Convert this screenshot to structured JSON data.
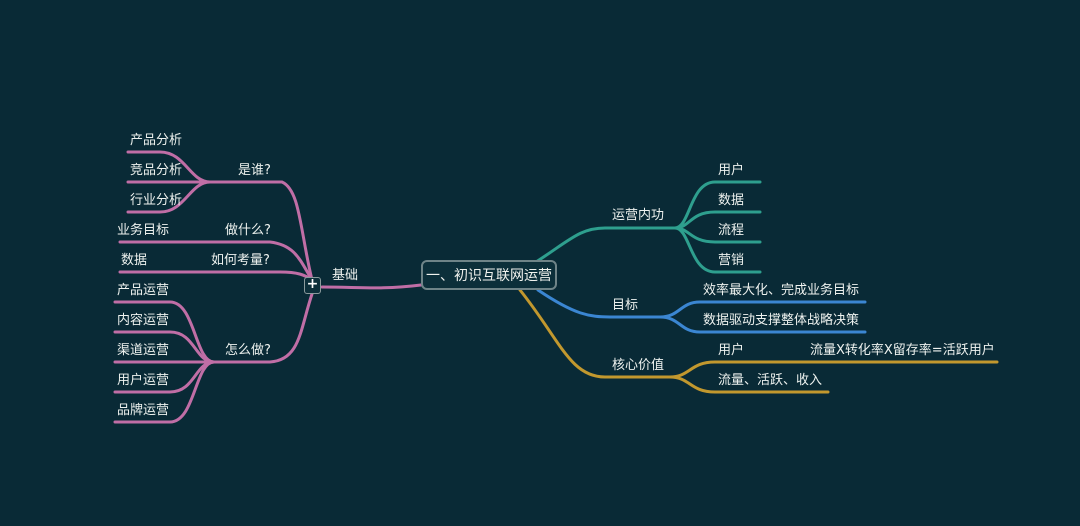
{
  "mindmap": {
    "root": {
      "label": "一、初识互联网运营"
    },
    "colors": {
      "background": "#092a36",
      "pink": "#c06ea6",
      "teal": "#2e9f8e",
      "blue": "#3b86d2",
      "gold": "#c2982e",
      "text": "#eef2ef"
    },
    "left": {
      "label": "基础",
      "toggle": "+",
      "groups": [
        {
          "label": "是谁?",
          "children": [
            "产品分析",
            "竞品分析",
            "行业分析"
          ]
        },
        {
          "label": "做什么?",
          "children": [
            "业务目标"
          ]
        },
        {
          "label": "如何考量?",
          "children": [
            "数据"
          ]
        },
        {
          "label": "怎么做?",
          "children": [
            "产品运营",
            "内容运营",
            "渠道运营",
            "用户运营",
            "品牌运营"
          ]
        }
      ]
    },
    "right": [
      {
        "label": "运营内功",
        "children": [
          "用户",
          "数据",
          "流程",
          "营销"
        ]
      },
      {
        "label": "目标",
        "children": [
          "效率最大化、完成业务目标",
          "数据驱动支撑整体战略决策"
        ]
      },
      {
        "label": "核心价值",
        "children": [
          {
            "label": "用户",
            "note": "流量X转化率X留存率=活跃用户"
          },
          {
            "label": "流量、活跃、收入"
          }
        ]
      }
    ]
  }
}
